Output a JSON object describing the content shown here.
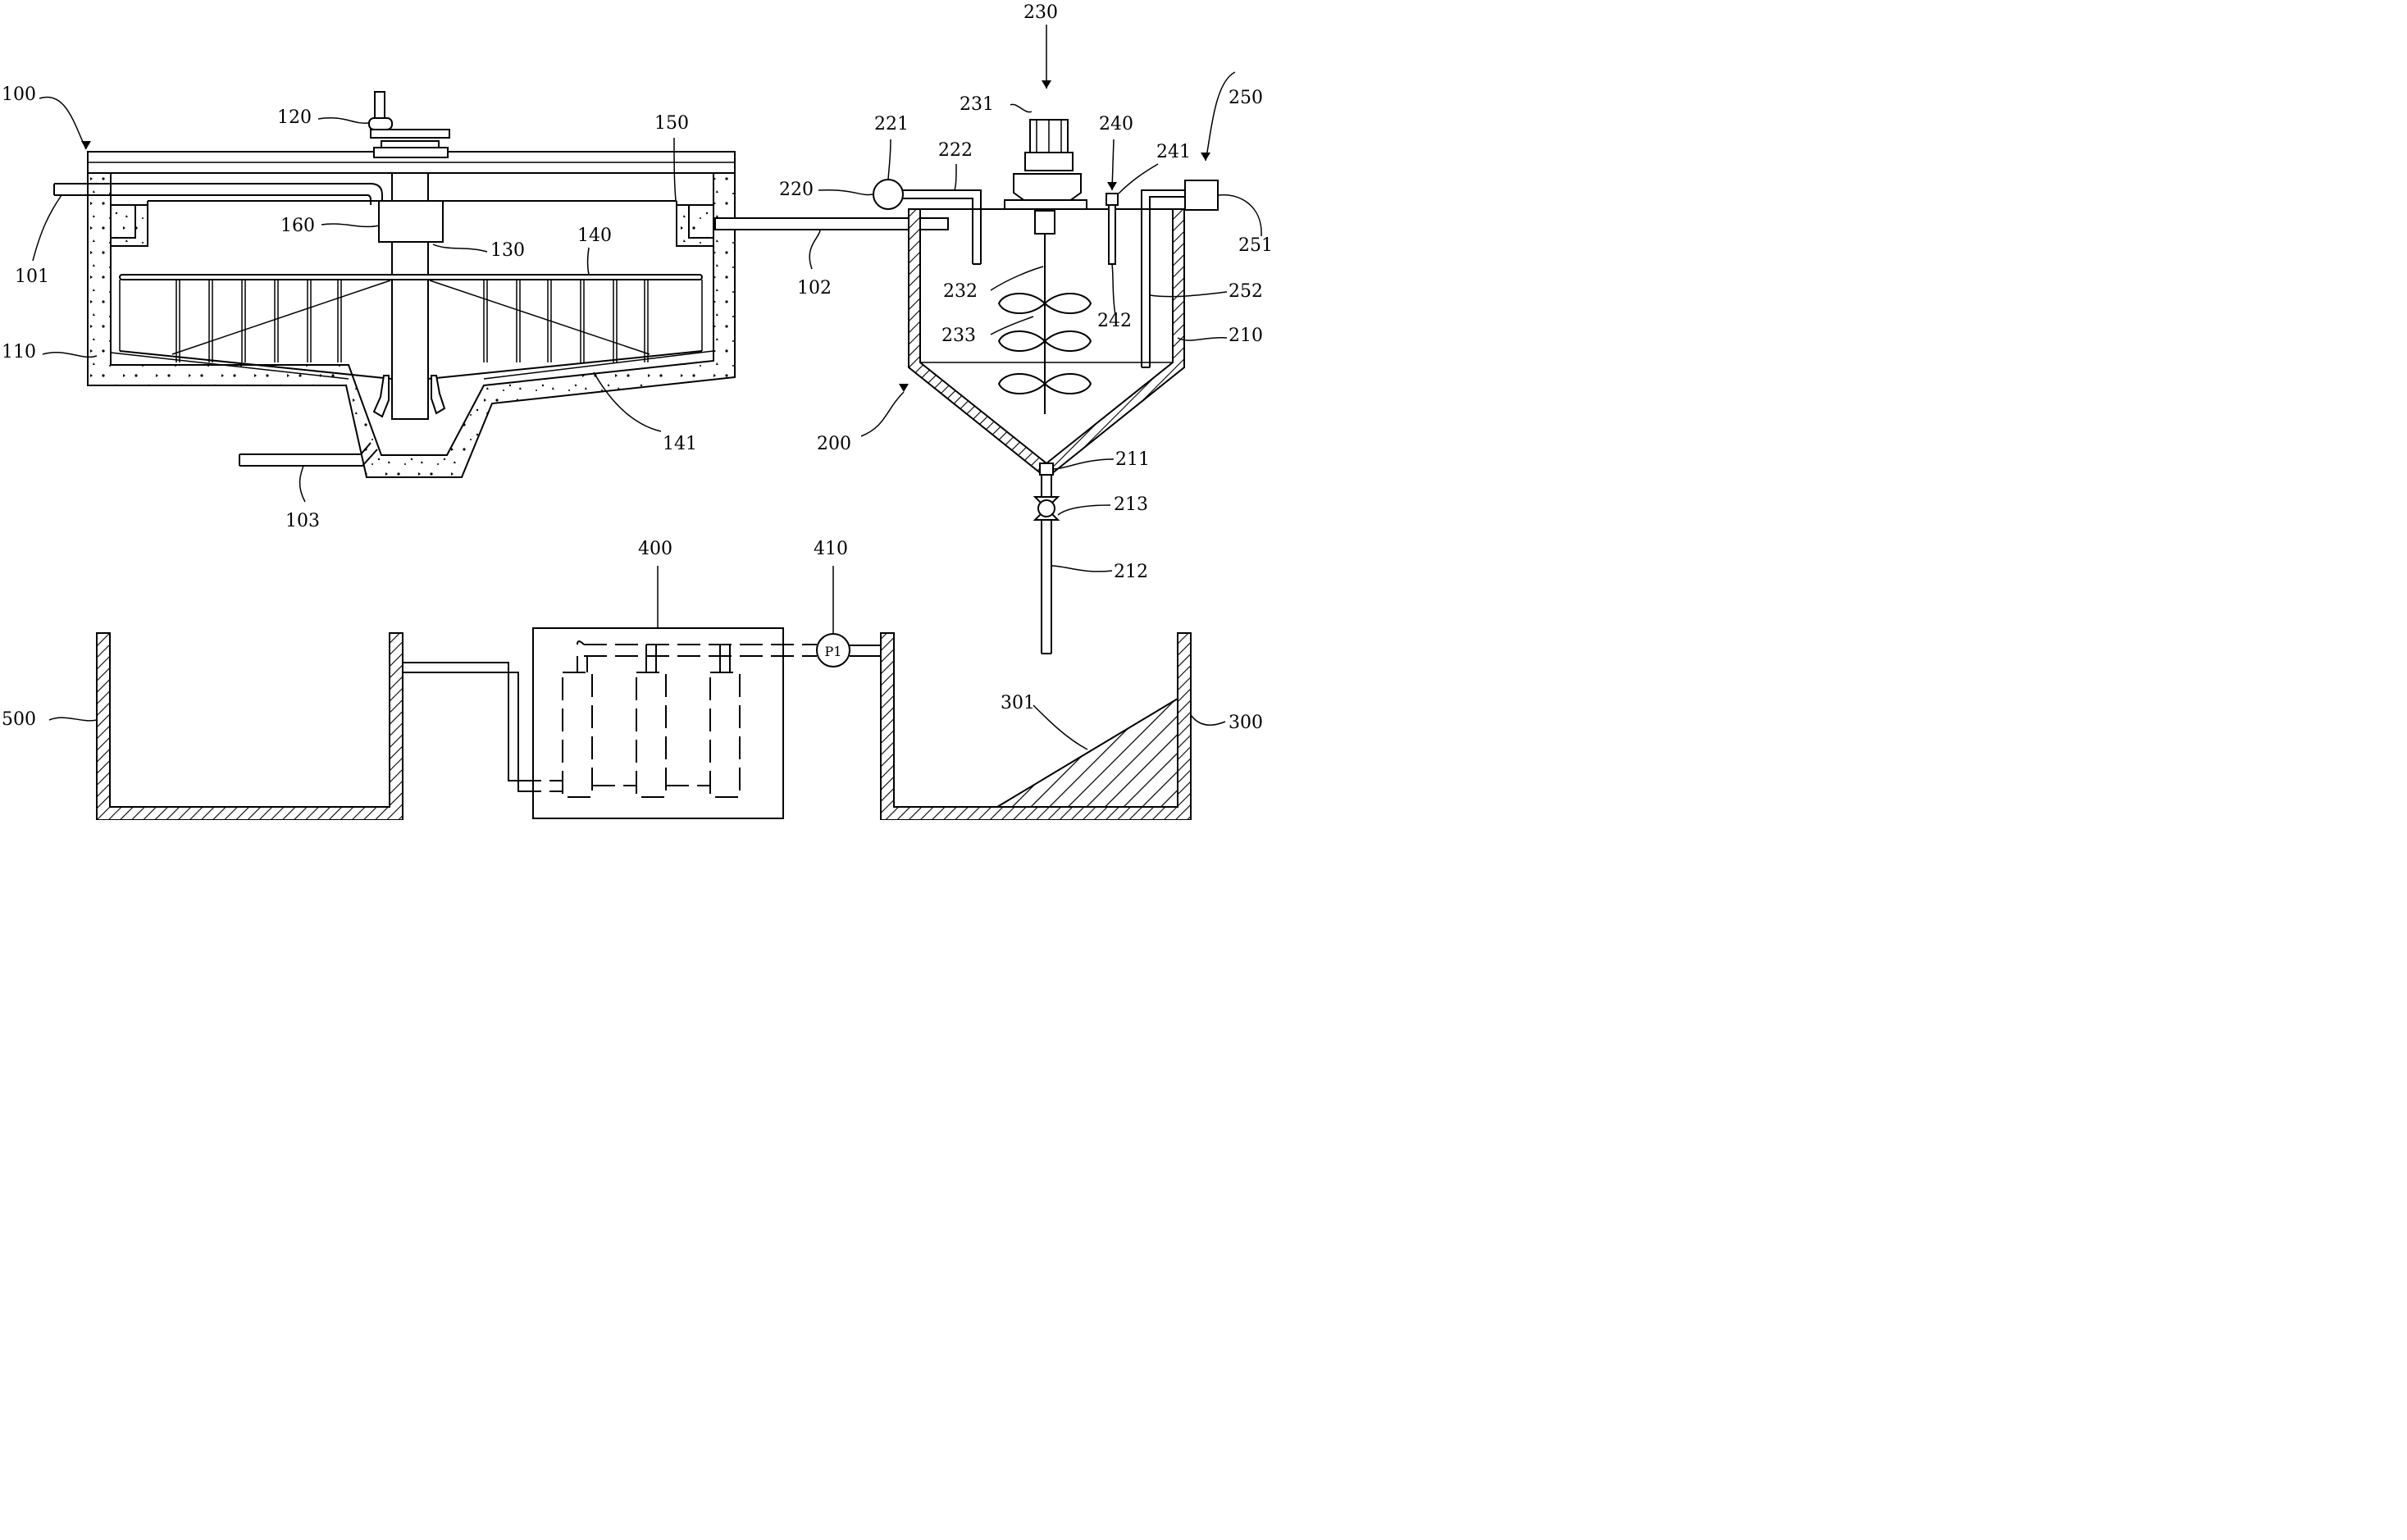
{
  "labels": {
    "l100": "100",
    "l101": "101",
    "l102": "102",
    "l103": "103",
    "l110": "110",
    "l120": "120",
    "l130": "130",
    "l140": "140",
    "l141": "141",
    "l150": "150",
    "l160": "160",
    "l200": "200",
    "l210": "210",
    "l211": "211",
    "l212": "212",
    "l213": "213",
    "l220": "220",
    "l221": "221",
    "l222": "222",
    "l230": "230",
    "l231": "231",
    "l232": "232",
    "l233": "233",
    "l240": "240",
    "l241": "241",
    "l242": "242",
    "l250": "250",
    "l251": "251",
    "l252": "252",
    "l300": "300",
    "l301": "301",
    "l400": "400",
    "l410": "410",
    "l500": "500",
    "pump": "P1"
  }
}
